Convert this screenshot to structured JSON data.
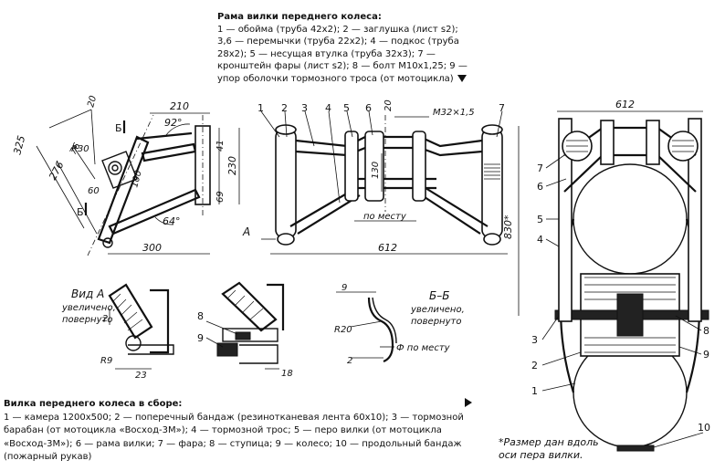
{
  "top_caption": {
    "title": "Рама вилки переднего колеса:",
    "body": "1 — обойма (труба 42х2); 2 — заглушка (лист s2); 3,6 — перемычки (труба 22х2); 4 — подкос (труба 28х2); 5 — несущая втулка (труба 32х3); 7 — кронштейн фары (лист s2); 8 — болт М10х1,25; 9 — упор оболочки тормозного троса (от мотоцикла)"
  },
  "bottom_caption": {
    "title": "Вилка переднего колеса в сборе:",
    "body": "1 — камера 1200х500; 2 — поперечный бандаж (резинотканевая лента 60х10); 3 — тормозной барабан (от мотоцикла «Восход-3М»); 4 — тормозной трос; 5 — перо вилки (от мотоцикла «Восход-3М»); 6 — рама вилки; 7 — фара; 8 — ступица; 9 — колесо; 10 — продольный бандаж (пожарный рукав)"
  },
  "footnote": "*Размер дан вдоль оси пера вилки.",
  "side_view": {
    "dims": {
      "d325": "325",
      "d276": "276",
      "d76": "76",
      "d20": "20",
      "r30": "R30",
      "d60": "60",
      "d100": "100",
      "d210": "210",
      "a92": "92°",
      "d41": "41",
      "d230": "230",
      "d69": "69",
      "a64": "64°",
      "d300": "300"
    },
    "section_mark": "Б"
  },
  "front_view": {
    "labels": [
      "1",
      "2",
      "3",
      "4",
      "5",
      "6",
      "7"
    ],
    "dims": {
      "d20": "20",
      "m32": "М32×1,5",
      "d130": "130",
      "po_mestu": "по месту",
      "d612": "612",
      "view_a": "А"
    }
  },
  "view_a": {
    "title": "Вид А",
    "subtitle1": "увеличено,",
    "subtitle2": "повернуто",
    "dims": {
      "d2": "2",
      "r9": "R9",
      "d23": "23"
    }
  },
  "detail_bolt": {
    "labels": {
      "l8": "8",
      "l9": "9"
    },
    "dims": {
      "d18": "18"
    }
  },
  "section_bb": {
    "title": "Б–Б",
    "subtitle1": "увеличено,",
    "subtitle2": "повернуто",
    "dims": {
      "d9": "9",
      "r20": "R20",
      "d2": "2",
      "phi": "Ф по месту"
    }
  },
  "assembly": {
    "dims": {
      "d612": "612",
      "d830": "830*"
    },
    "labels": {
      "l1": "1",
      "l2": "2",
      "l3": "3",
      "l4": "4",
      "l5": "5",
      "l6": "6",
      "l7": "7",
      "l8": "8",
      "l9": "9",
      "l10": "10"
    }
  }
}
